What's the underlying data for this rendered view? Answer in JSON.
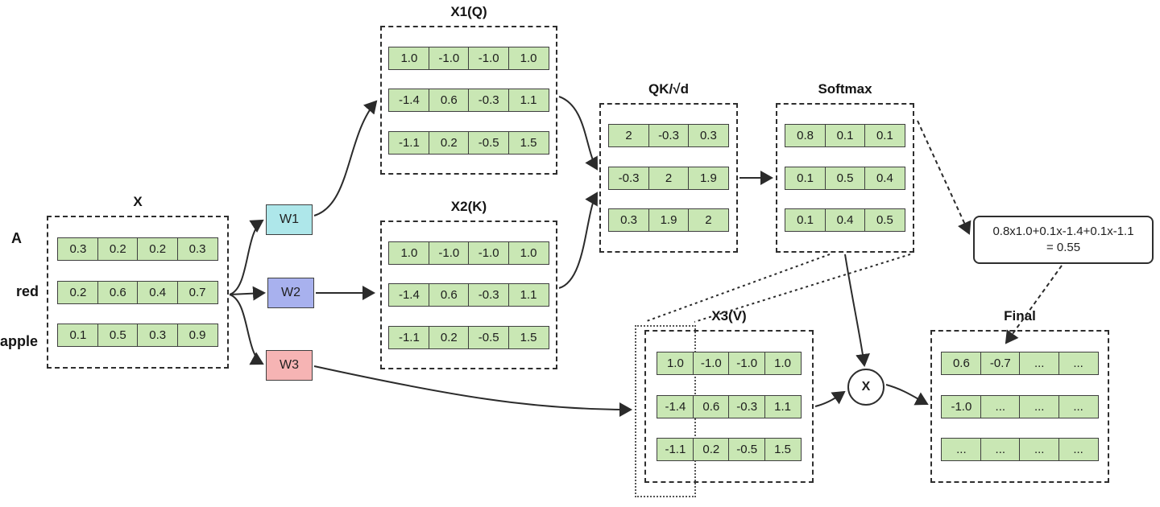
{
  "diagram": {
    "row_labels": [
      "A",
      "red",
      "apple"
    ],
    "weights": [
      {
        "label": "W1",
        "color": "#aee7ea"
      },
      {
        "label": "W2",
        "color": "#a8b1ee"
      },
      {
        "label": "W3",
        "color": "#f6b4b4"
      }
    ],
    "multiply_node": {
      "label": "X"
    },
    "annotation": {
      "line1": "0.8x1.0+0.1x-1.4+0.1x-1.1",
      "line2": "= 0.55"
    },
    "colors": {
      "cell_bg": "#c9e7b4",
      "cell_border": "#3f3f3f",
      "box_border": "#2e2e2e",
      "arrow": "#2b2b2b"
    }
  },
  "matrices": {
    "x": {
      "title": "X",
      "rows": [
        [
          "0.3",
          "0.2",
          "0.2",
          "0.3"
        ],
        [
          "0.2",
          "0.6",
          "0.4",
          "0.7"
        ],
        [
          "0.1",
          "0.5",
          "0.3",
          "0.9"
        ]
      ]
    },
    "x1q": {
      "title": "X1(Q)",
      "rows": [
        [
          "1.0",
          "-1.0",
          "-1.0",
          "1.0"
        ],
        [
          "-1.4",
          "0.6",
          "-0.3",
          "1.1"
        ],
        [
          "-1.1",
          "0.2",
          "-0.5",
          "1.5"
        ]
      ]
    },
    "x2k": {
      "title": "X2(K)",
      "rows": [
        [
          "1.0",
          "-1.0",
          "-1.0",
          "1.0"
        ],
        [
          "-1.4",
          "0.6",
          "-0.3",
          "1.1"
        ],
        [
          "-1.1",
          "0.2",
          "-0.5",
          "1.5"
        ]
      ]
    },
    "qk": {
      "title": "QK/√d",
      "rows": [
        [
          "2",
          "-0.3",
          "0.3"
        ],
        [
          "-0.3",
          "2",
          "1.9"
        ],
        [
          "0.3",
          "1.9",
          "2"
        ]
      ]
    },
    "softmax": {
      "title": "Softmax",
      "rows": [
        [
          "0.8",
          "0.1",
          "0.1"
        ],
        [
          "0.1",
          "0.5",
          "0.4"
        ],
        [
          "0.1",
          "0.4",
          "0.5"
        ]
      ]
    },
    "x3v": {
      "title": "X3(V)",
      "rows": [
        [
          "1.0",
          "-1.0",
          "-1.0",
          "1.0"
        ],
        [
          "-1.4",
          "0.6",
          "-0.3",
          "1.1"
        ],
        [
          "-1.1",
          "0.2",
          "-0.5",
          "1.5"
        ]
      ]
    },
    "final": {
      "title": "Final",
      "rows": [
        [
          "0.6",
          "-0.7",
          "...",
          "..."
        ],
        [
          "-1.0",
          "...",
          "...",
          "..."
        ],
        [
          "...",
          "...",
          "...",
          "..."
        ]
      ]
    }
  }
}
